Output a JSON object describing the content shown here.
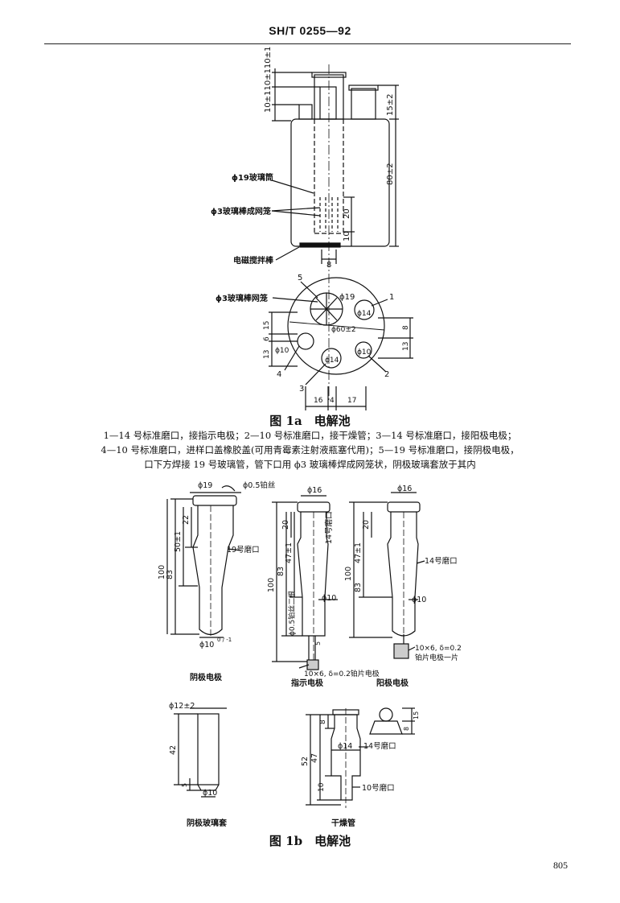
{
  "header": {
    "standard_code": "SH/T 0255—92"
  },
  "figure_1a": {
    "caption": "图 1a　电解池",
    "labels": {
      "tube": "ϕ19玻璃筒",
      "cage": "ϕ3玻璃棒成网笼",
      "stirrer": "电磁搅拌棒",
      "cage_top": "ϕ3玻璃棒网笼",
      "d19": "ϕ19",
      "d14a": "ϕ14",
      "d14b": "ϕ14",
      "d10a": "ϕ10",
      "d10b": "ϕ10",
      "d60": "ϕ60±2",
      "n1": "1",
      "n2": "2",
      "n3": "3",
      "n4": "4",
      "n5": "5"
    },
    "dims": {
      "top_left_stack": "10±110±110±1",
      "d15": "15±2",
      "d80": "80±2",
      "d20": "20",
      "d10": "10",
      "d8": "8",
      "p15": "15",
      "p6": "6",
      "p13a": "13",
      "p8": "8",
      "p13b": "13",
      "b16": "16",
      "b4": "4",
      "b17": "17"
    },
    "legend_lines": [
      "1—14 号标准磨口，接指示电极；2—10 号标准磨口，接干燥管；3—14 号标准磨口，接阳极电极；",
      "4—10 号标准磨口，进样口盖橡胶盖(可用青霉素注射液瓶塞代用)；5—19 号标准磨口，接阴极电极，",
      "口下方焊接 19 号玻璃管，管下口用 ϕ3 玻璃棒焊成网笼状，阴极玻璃套放于其内"
    ]
  },
  "figure_1b": {
    "caption": "图 1b　电解池",
    "cathode": {
      "title": "阴极电极",
      "d19": "ϕ19",
      "wire": "ϕ0.5铂丝",
      "joint": "19号磨口",
      "h22": "22",
      "h50": "50±1",
      "h100": "100",
      "h83": "83",
      "d10": "ϕ10",
      "tol": "0 / -1"
    },
    "indicator": {
      "title": "指示电极",
      "d16": "ϕ16",
      "joint": "14号磨口",
      "h20": "20",
      "h47": "47±1",
      "h100": "100",
      "h83": "83",
      "wire": "ϕ0.5铂丝二根",
      "d10": "ϕ10",
      "h5": "5",
      "plate": "10×6, δ=0.2铂片电极"
    },
    "anode": {
      "title": "阳极电极",
      "d16": "ϕ16",
      "joint": "14号磨口",
      "h20": "20",
      "h47": "47±1",
      "h100": "100",
      "h83": "83",
      "d10": "ϕ10",
      "plate_line1": "10×6, δ=0.2",
      "plate_line2": "铂片电极一片"
    },
    "sleeve": {
      "title": "阴极玻璃套",
      "d12": "ϕ12±2",
      "h42": "42",
      "h5": "5",
      "d10": "ϕ10"
    },
    "dryer": {
      "title": "干燥管",
      "h8": "8",
      "d14": "ϕ14",
      "joint14": "14号磨口",
      "h52": "52",
      "h47": "47",
      "h10": "10",
      "joint10": "10号磨口",
      "cap_h": "15",
      "cap_8": "8"
    }
  },
  "page_number": "805"
}
